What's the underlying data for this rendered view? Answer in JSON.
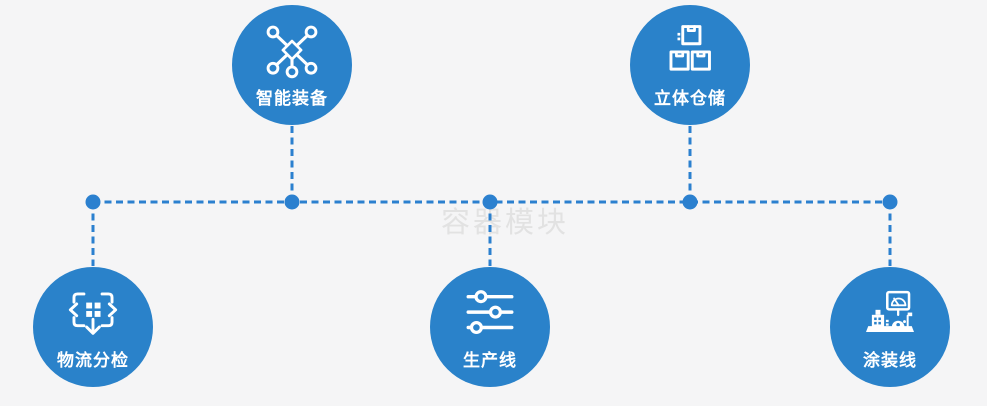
{
  "watermark": "容器模块",
  "colors": {
    "circle": "#2a82ca",
    "connector": "#2b80cf",
    "background": "#f5f5f6",
    "label": "#ffffff",
    "watermark": "#e2e2e2"
  },
  "nodes": [
    {
      "id": "smart-equipment",
      "label": "智能装备",
      "icon": "network-nodes-icon",
      "row": "top"
    },
    {
      "id": "stereo-warehouse",
      "label": "立体仓储",
      "icon": "stacked-boxes-icon",
      "row": "top"
    },
    {
      "id": "logistics-sorting",
      "label": "物流分检",
      "icon": "sorting-dispatch-icon",
      "row": "bottom"
    },
    {
      "id": "production-line",
      "label": "生产线",
      "icon": "sliders-icon",
      "row": "bottom"
    },
    {
      "id": "painting-line",
      "label": "涂装线",
      "icon": "machine-console-icon",
      "row": "bottom"
    }
  ]
}
